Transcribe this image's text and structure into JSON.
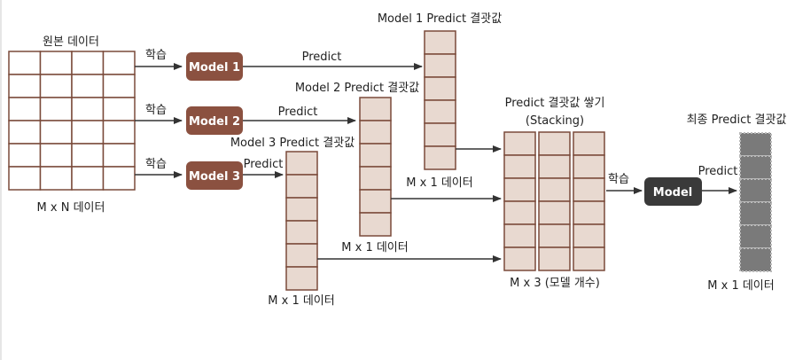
{
  "source_label": "원본 데이터",
  "source_dims": "M x N 데이터",
  "train_label": "학습",
  "predict_label": "Predict",
  "models": [
    {
      "name": "Model 1",
      "result_label": "Model 1 Predict 결괏값"
    },
    {
      "name": "Model 2",
      "result_label": "Model 2 Predict 결괏값"
    },
    {
      "name": "Model 3",
      "result_label": "Model 3 Predict 결괏값"
    }
  ],
  "column_dims": "M x 1 데이터",
  "stack_title_line1": "Predict 결괏값 쌓기",
  "stack_title_line2": "(Stacking)",
  "stack_dims": "M x 3 (모델 개수)",
  "final_model": "Model",
  "final_title": "최종 Predict 결괏값",
  "final_dims": "M x 1 데이터",
  "colors": {
    "grid_fill": "#ffffff",
    "column_fill": "#e8d9d0",
    "border": "#7a4a3a",
    "model_fill": "#8b5140",
    "final_model_fill": "#3a3a3a",
    "final_col_fill": "#7a7a7a",
    "arrow": "#333333"
  }
}
